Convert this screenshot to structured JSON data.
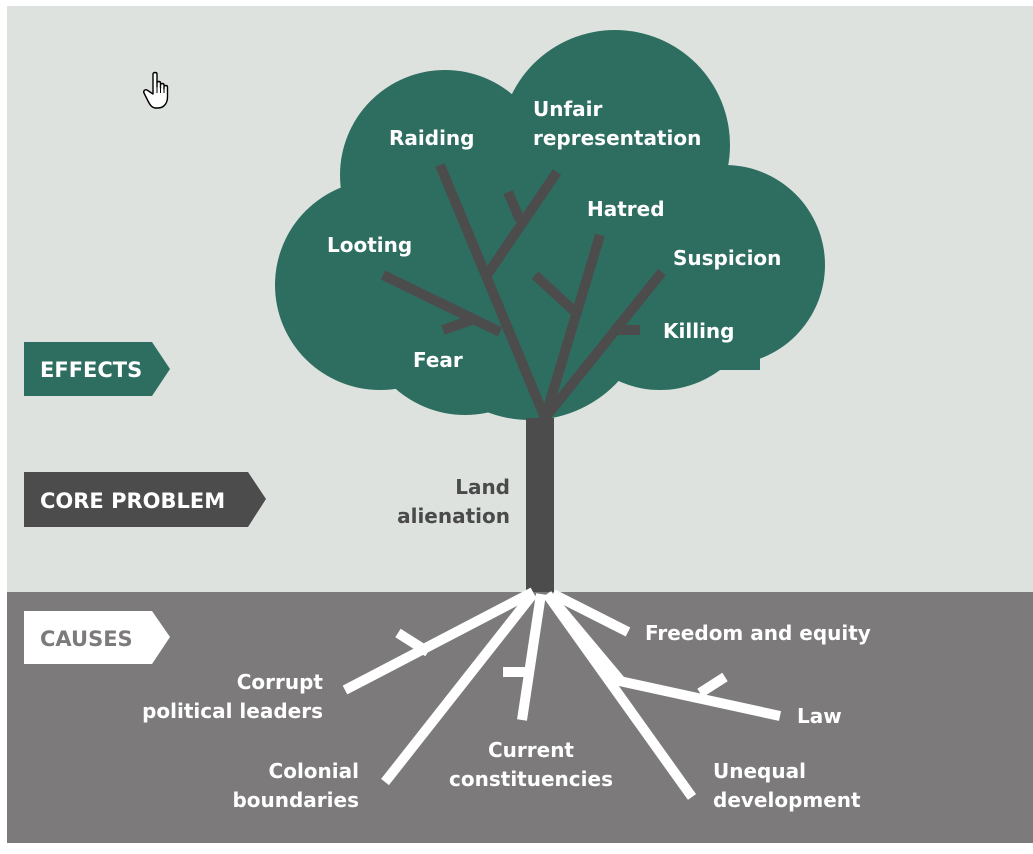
{
  "colors": {
    "sky": "#dde2df",
    "ground": "#7c7a7b",
    "canopy": "#2e6e60",
    "trunk": "#4c4c4c",
    "roots": "#ffffff",
    "effects_tag": "#2e6e60",
    "core_tag": "#4c4c4c",
    "causes_tag": "#ffffff"
  },
  "labels": {
    "effects": "EFFECTS",
    "core_problem": "CORE PROBLEM",
    "causes": "CAUSES"
  },
  "effects": {
    "raiding": "Raiding",
    "unfair_1": "Unfair",
    "unfair_2": "representation",
    "hatred": "Hatred",
    "looting": "Looting",
    "suspicion": "Suspicion",
    "killing": "Killing",
    "fear": "Fear"
  },
  "core": {
    "line1": "Land",
    "line2": "alienation"
  },
  "causes": {
    "freedom": "Freedom and equity",
    "corrupt_1": "Corrupt",
    "corrupt_2": "political leaders",
    "law": "Law",
    "current_1": "Current",
    "current_2": "constituencies",
    "colonial_1": "Colonial",
    "colonial_2": "boundaries",
    "unequal_1": "Unequal",
    "unequal_2": "development"
  },
  "icons": {
    "cursor": "hand-pointer-icon"
  }
}
